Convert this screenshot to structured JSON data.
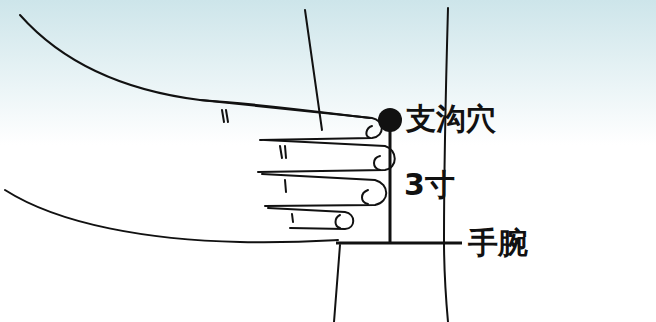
{
  "diagram": {
    "labels": [
      "支沟穴",
      "3寸",
      "手腕"
    ]
  }
}
